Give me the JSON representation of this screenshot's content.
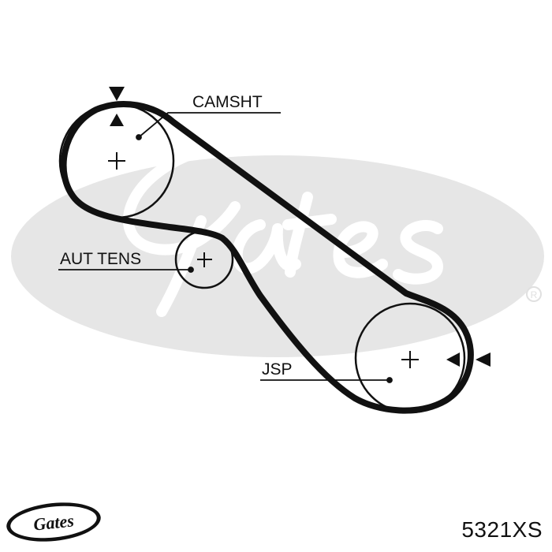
{
  "brand": "Gates",
  "labels": {
    "camshaft": "CAMSHT",
    "tensioner": "AUT TENS",
    "crankshaft": "JSP"
  },
  "part_number": "5321XS",
  "colors": {
    "belt": "#111111",
    "watermark": "#e6e6e6",
    "text": "#111111"
  }
}
